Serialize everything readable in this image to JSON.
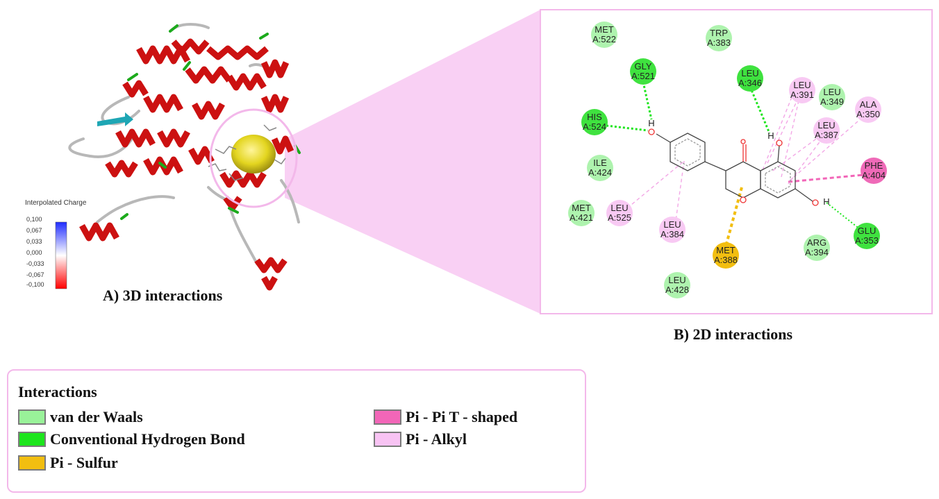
{
  "panel_a": {
    "title": "A) 3D interactions",
    "charge_legend": {
      "title": "Interpolated Charge",
      "ticks": [
        "0,100",
        "0,067",
        "0,033",
        "0,000",
        "-0,033",
        "-0,067",
        "-0,100"
      ]
    }
  },
  "panel_b": {
    "title": "B) 2D interactions",
    "residues": [
      {
        "name": "MET",
        "num": "A:522",
        "type": "vdw"
      },
      {
        "name": "TRP",
        "num": "A:383",
        "type": "vdw"
      },
      {
        "name": "GLY",
        "num": "A:521",
        "type": "hbond"
      },
      {
        "name": "LEU",
        "num": "A:346",
        "type": "hbond"
      },
      {
        "name": "LEU",
        "num": "A:391",
        "type": "alkyl"
      },
      {
        "name": "LEU",
        "num": "A:349",
        "type": "vdw"
      },
      {
        "name": "ALA",
        "num": "A:350",
        "type": "alkyl"
      },
      {
        "name": "HIS",
        "num": "A:524",
        "type": "hbond"
      },
      {
        "name": "LEU",
        "num": "A:387",
        "type": "alkyl"
      },
      {
        "name": "ILE",
        "num": "A:424",
        "type": "vdw"
      },
      {
        "name": "PHE",
        "num": "A:404",
        "type": "tshaped"
      },
      {
        "name": "MET",
        "num": "A:421",
        "type": "vdw"
      },
      {
        "name": "LEU",
        "num": "A:525",
        "type": "alkyl"
      },
      {
        "name": "LEU",
        "num": "A:384",
        "type": "alkyl"
      },
      {
        "name": "GLU",
        "num": "A:353",
        "type": "hbond"
      },
      {
        "name": "ARG",
        "num": "A:394",
        "type": "vdw"
      },
      {
        "name": "MET",
        "num": "A:388",
        "type": "sulfur"
      },
      {
        "name": "LEU",
        "num": "A:428",
        "type": "vdw"
      }
    ],
    "hydrogen_label": "H"
  },
  "legend": {
    "title": "Interactions",
    "items": [
      {
        "label": "van der Waals",
        "color": "#99f299"
      },
      {
        "label": "Conventional Hydrogen Bond",
        "color": "#1de51d"
      },
      {
        "label": "Pi - Sulfur",
        "color": "#f2be10"
      },
      {
        "label": "Pi - Pi T - shaped",
        "color": "#f266b8"
      },
      {
        "label": "Pi - Alkyl",
        "color": "#f8c3f3"
      }
    ]
  },
  "colors": {
    "helix": "#cc1111",
    "coil": "#b8b8b8",
    "strand": "#1ea6b4",
    "turn": "#1caa1c",
    "ligand_surface": "#e3d51f",
    "zoom_cone": "#f8c8f2",
    "panel_border": "#f3b8ea"
  }
}
